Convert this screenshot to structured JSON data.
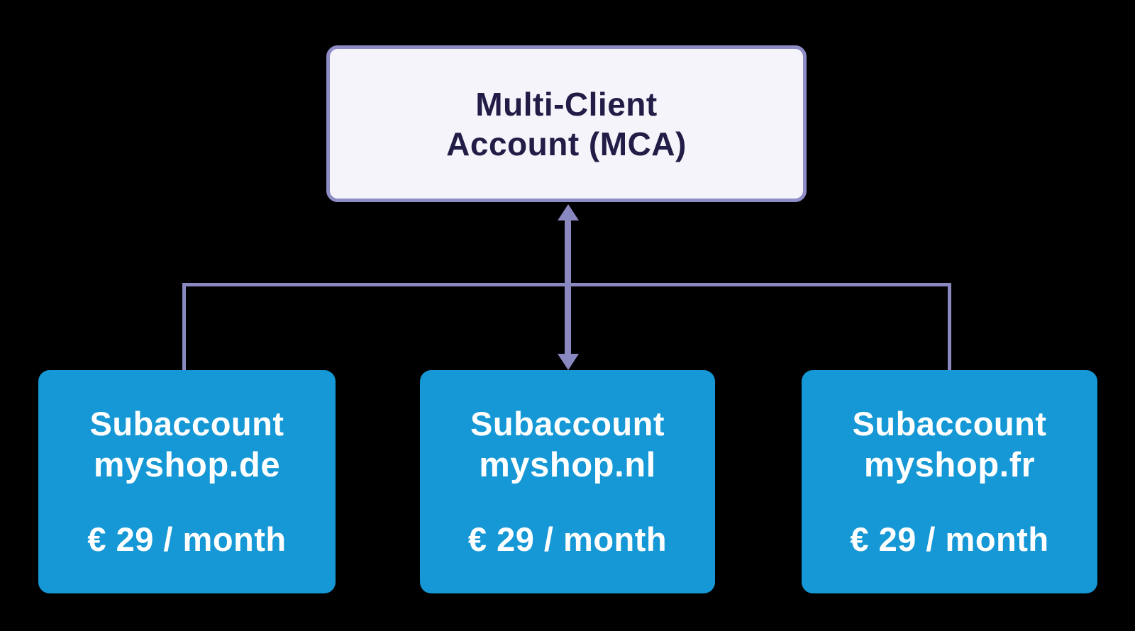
{
  "root": {
    "title_line1": "Multi-Client",
    "title_line2": "Account (MCA)"
  },
  "subaccounts": [
    {
      "label": "Subaccount",
      "domain": "myshop.de",
      "price": "€ 29 / month"
    },
    {
      "label": "Subaccount",
      "domain": "myshop.nl",
      "price": "€ 29 / month"
    },
    {
      "label": "Subaccount",
      "domain": "myshop.fr",
      "price": "€ 29 / month"
    }
  ],
  "colors": {
    "background": "#000000",
    "card_blue": "#1598d5",
    "root_fill": "#f5f4fa",
    "root_border": "#8f8dc5",
    "connector": "#8a88c0",
    "root_text": "#211d47",
    "card_text": "#ffffff"
  }
}
